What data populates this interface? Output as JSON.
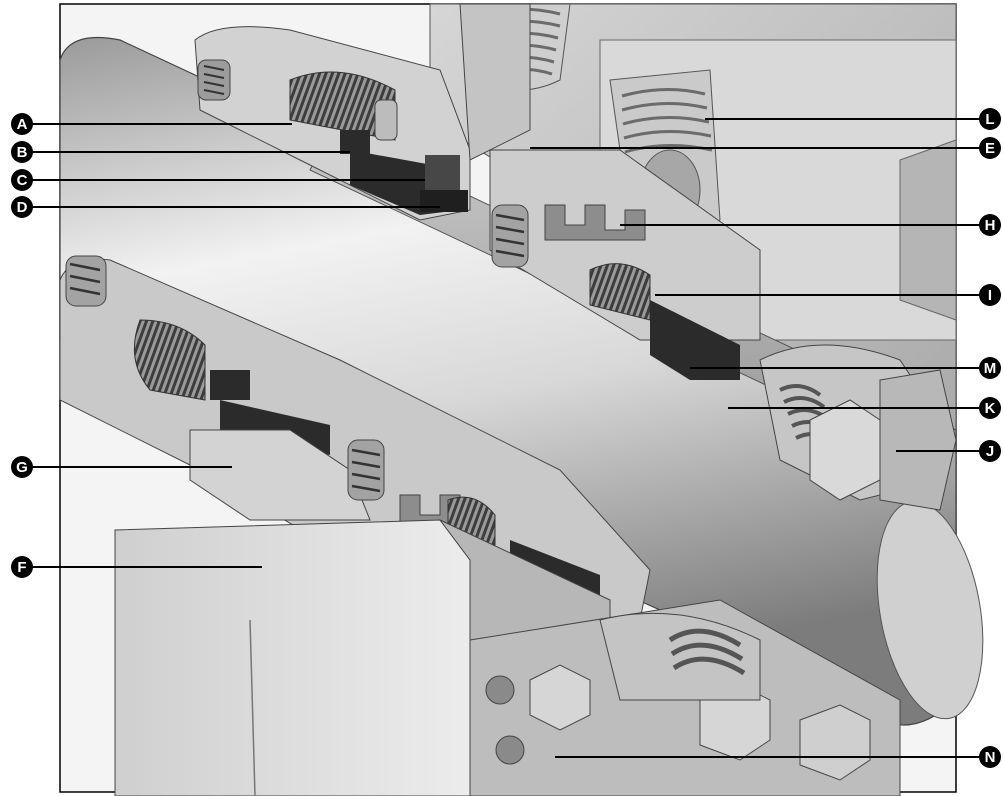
{
  "callouts": {
    "left": [
      "A",
      "B",
      "C",
      "D",
      "G",
      "F"
    ],
    "right": [
      "L",
      "E",
      "H",
      "I",
      "M",
      "K",
      "J",
      "N"
    ]
  },
  "colors": {
    "metal_light": "#e4e4e4",
    "metal_mid": "#bdbdbd",
    "metal_dark": "#8f8f8f",
    "seal_black": "#2b2b2b",
    "spring": "#6a6a6a",
    "badge": "#000000"
  }
}
